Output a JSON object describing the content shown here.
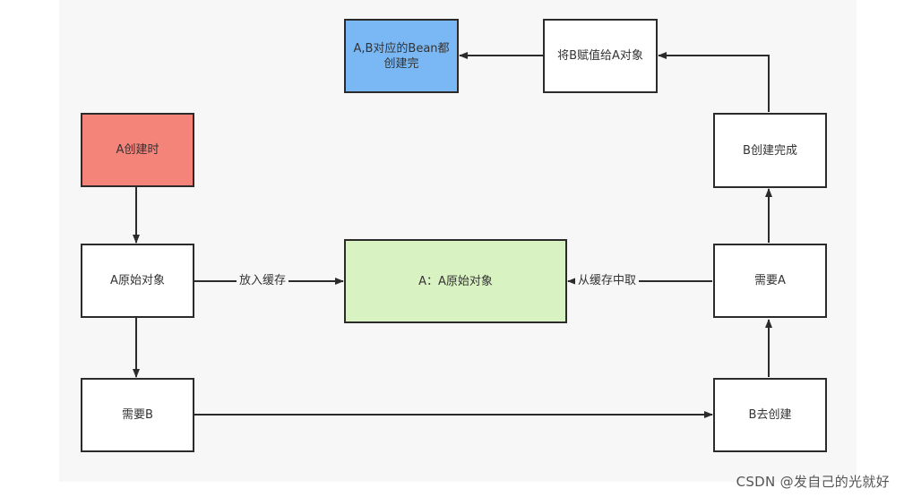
{
  "nodes": {
    "a_create": "A创建时",
    "a_raw": "A原始对象",
    "need_b": "需要B",
    "cache": "A：A原始对象",
    "b_create": "B去创建",
    "need_a": "需要A",
    "b_done": "B创建完成",
    "assign": "将B赋值给A对象",
    "done": "A,B对应的Bean都创建完"
  },
  "edges": {
    "put_cache": "放入缓存",
    "get_cache": "从缓存中取"
  },
  "colors": {
    "a_create_fill": "#f4837a",
    "done_fill": "#7ab8f5",
    "cache_fill": "#d9f2c2"
  },
  "watermark": "CSDN @发自己的光就好"
}
